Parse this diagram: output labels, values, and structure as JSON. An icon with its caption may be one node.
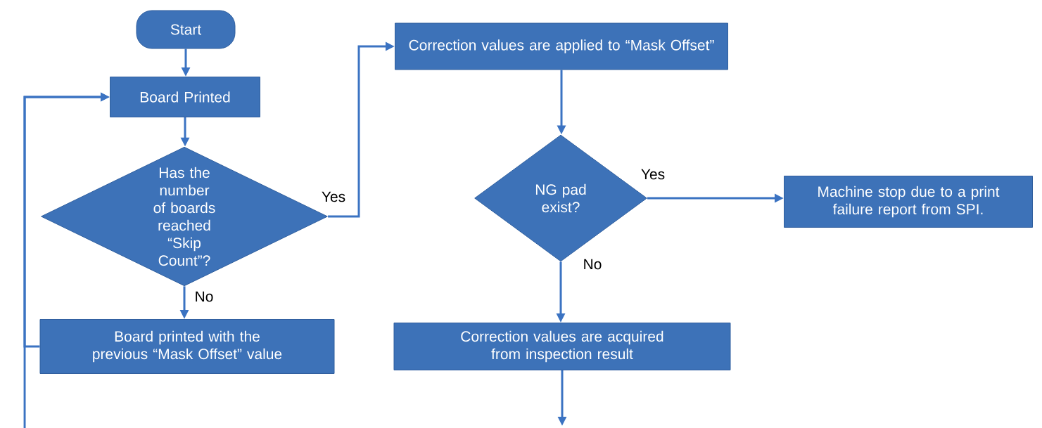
{
  "diagram": {
    "nodes": [
      {
        "text": [
          "Start"
        ]
      },
      {
        "text": [
          "Board Printed"
        ]
      },
      {
        "text": [
          "Has the number of boards reached “Skip Count”?"
        ]
      },
      {
        "text": [
          "Board printed with the previous “Mask Offset” value"
        ]
      },
      {
        "text": [
          "Correction values are applied to “Mask Offset”"
        ]
      },
      {
        "text": [
          "NG pad exist?"
        ]
      },
      {
        "text": [
          "Machine stop due to a print failure report from SPI."
        ]
      },
      {
        "text": [
          "Correction values are acquired from inspection result"
        ]
      }
    ],
    "edges": [
      {
        "from": 0,
        "to": 1,
        "arrow": "to"
      },
      {
        "from": 1,
        "to": 2,
        "arrow": "to"
      },
      {
        "from": 2,
        "to": 4,
        "arrow": "to",
        "label": "Yes"
      },
      {
        "from": 2,
        "to": 3,
        "arrow": "to",
        "label": "No"
      },
      {
        "from": 3,
        "to": 1,
        "arrow": "to"
      },
      {
        "from": null,
        "to": 1,
        "arrow": "to"
      },
      {
        "from": 4,
        "to": 5,
        "arrow": "to"
      },
      {
        "from": 5,
        "to": 6,
        "arrow": "to",
        "label": "Yes"
      },
      {
        "from": 5,
        "to": 7,
        "arrow": "to",
        "label": "No"
      },
      {
        "from": 7,
        "to": null,
        "arrow": "to"
      }
    ]
  }
}
